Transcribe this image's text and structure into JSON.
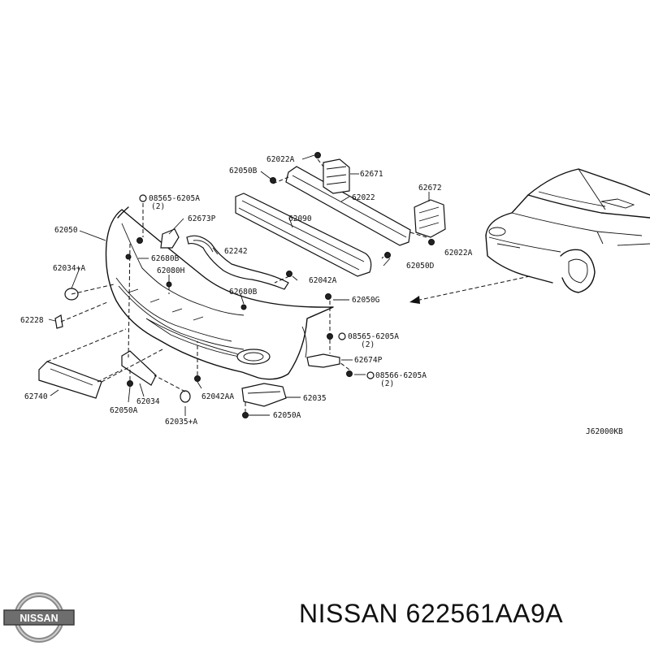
{
  "diagram": {
    "labels": {
      "l62022A_top": "62022A",
      "l62050B_top": "62050B",
      "l62671": "62671",
      "l62672": "62672",
      "l62022": "62022",
      "l08565_left": "08565-6205A",
      "l08565_left_qty": "(2)",
      "l62673P": "62673P",
      "l62090": "62090",
      "l62022A_right": "62022A",
      "l62050": "62050",
      "l62680B_left": "62680B",
      "l62242": "62242",
      "l62050D": "62050D",
      "l62034A": "62034+A",
      "l62080H": "62080H",
      "l62042A": "62042A",
      "l62680B_mid": "62680B",
      "l62050G": "62050G",
      "l62228": "62228",
      "l08565_right": "08565-6205A",
      "l08565_right_qty": "(2)",
      "l62674P": "62674P",
      "l08566": "08566-6205A",
      "l08566_qty": "(2)",
      "l62740": "62740",
      "l62034": "62034",
      "l62042AA": "62042AA",
      "l62035": "62035",
      "l62050A_left": "62050A",
      "l62035A": "62035+A",
      "l62050A_bottom": "62050A",
      "code": "J62000KB"
    }
  },
  "logo": {
    "text": "NISSAN"
  },
  "caption": {
    "text": "NISSAN 622561AA9A"
  }
}
